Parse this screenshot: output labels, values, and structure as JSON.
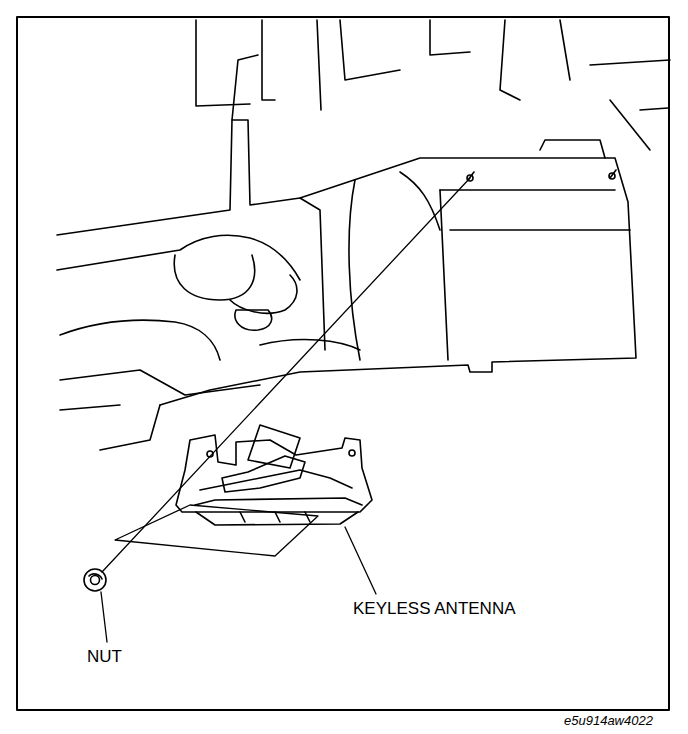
{
  "diagram": {
    "labels": [
      "KEYLESS ANTENNA",
      "NUT",
      "e5u914aw4022"
    ]
  }
}
